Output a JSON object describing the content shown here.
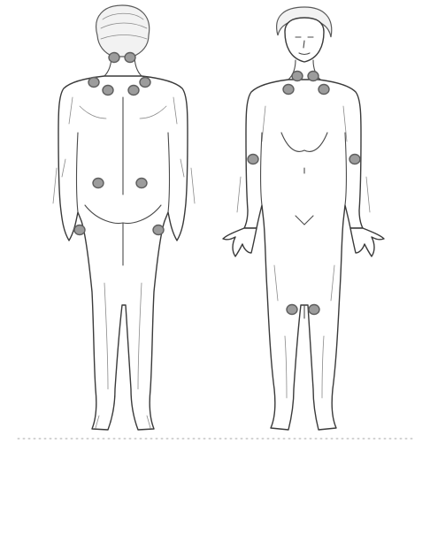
{
  "figure": {
    "views": [
      "back-view",
      "front-view"
    ],
    "marker_fill": "#9c9c9c",
    "marker_stroke": "#5e5e5e",
    "line_color": "#3a3a3a",
    "background": "#ffffff",
    "back_marker_count": 10,
    "front_marker_count": 8
  }
}
